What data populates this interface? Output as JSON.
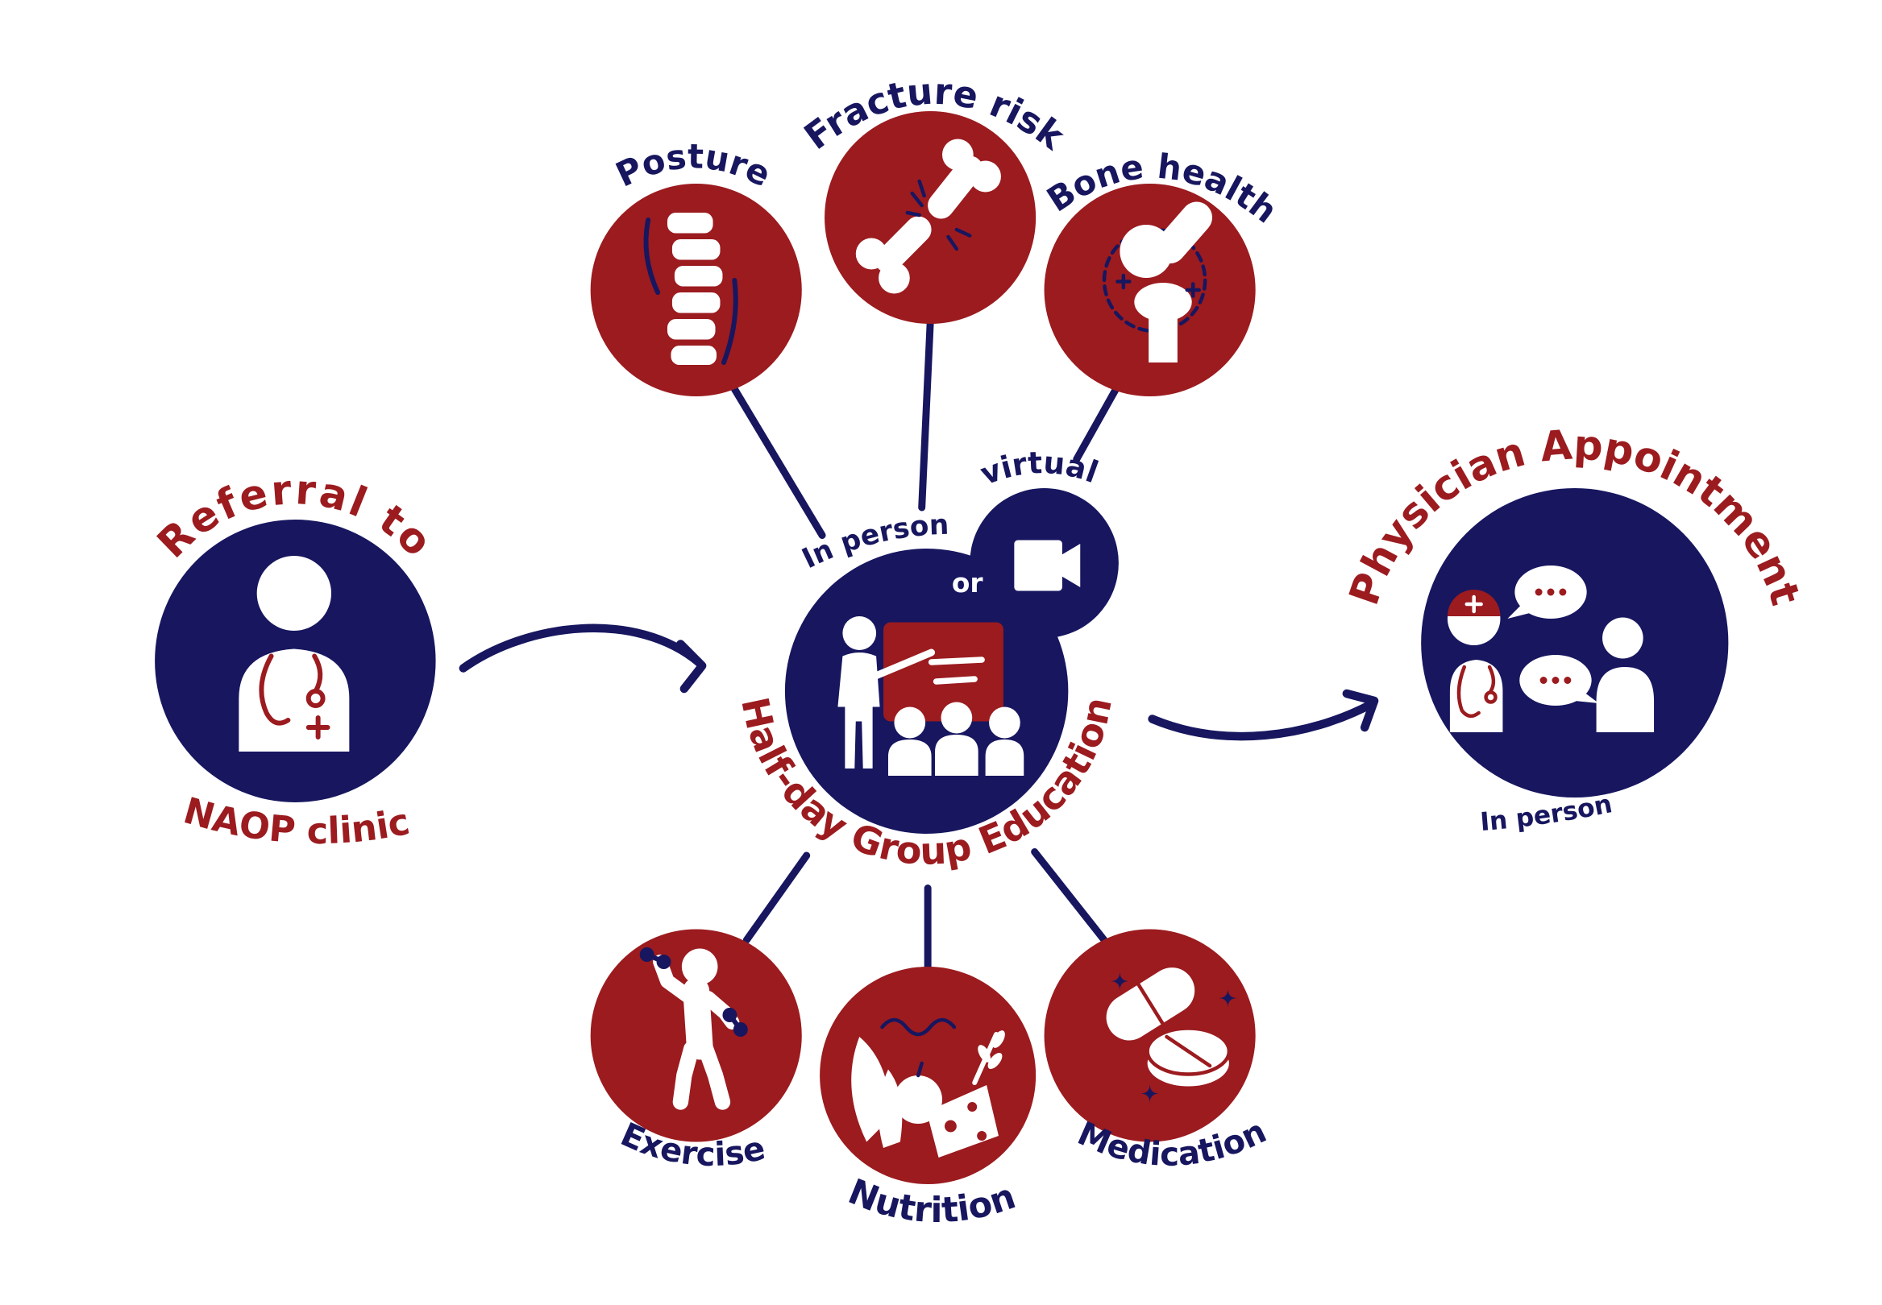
{
  "colors": {
    "navy": "#17165f",
    "red": "#9b1b1f",
    "background": "#ffffff"
  },
  "referral": {
    "title": "Referral to",
    "subtitle": "NAOP clinic",
    "icon": "doctor-icon"
  },
  "education": {
    "title": "Half-day Group Education",
    "formats": {
      "in_person": "In person",
      "or": "or",
      "virtual": "virtual"
    },
    "icon": "group-class-icon",
    "virtual_icon": "video-camera-icon",
    "topics": [
      {
        "label": "Posture",
        "icon": "spine-icon"
      },
      {
        "label": "Fracture risk",
        "icon": "broken-bone-icon"
      },
      {
        "label": "Bone health",
        "icon": "bone-joint-icon"
      },
      {
        "label": "Exercise",
        "icon": "dumbbell-exercise-icon"
      },
      {
        "label": "Nutrition",
        "icon": "food-icon"
      },
      {
        "label": "Medication",
        "icon": "pills-icon"
      }
    ]
  },
  "physician": {
    "title": "Physician Appointment",
    "format": "In person",
    "icon": "doctor-patient-consultation-icon"
  }
}
